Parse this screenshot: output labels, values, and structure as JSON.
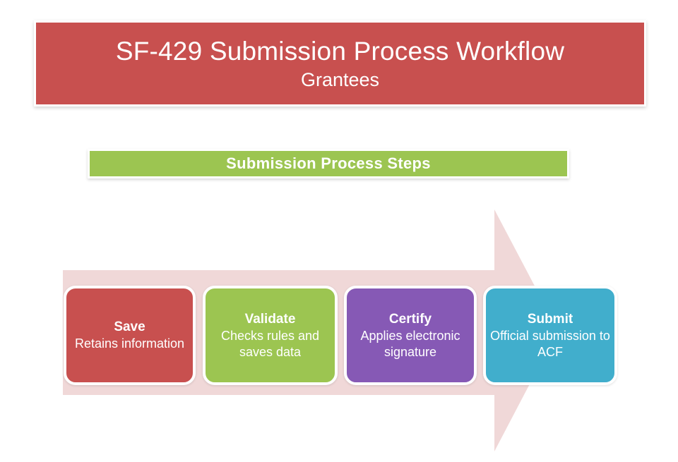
{
  "document": {
    "title": "SF-429 Submission Process Workflow",
    "subtitle": "Grantees"
  },
  "section": {
    "label": "Submission Process Steps"
  },
  "arrow": {
    "name": "process-flow-arrow",
    "direction": "right",
    "color": "#f0d8d8"
  },
  "colors": {
    "title_banner": "#c8504f",
    "section_bar": "#9cc551",
    "step_save": "#c8504f",
    "step_validate": "#9cc551",
    "step_certify": "#8659b5",
    "step_submit": "#41aecc",
    "text": "#ffffff",
    "page_background": "#ffffff"
  },
  "steps": [
    {
      "id": "save",
      "title": "Save",
      "description": "Retains information",
      "color": "#c8504f"
    },
    {
      "id": "validate",
      "title": "Validate",
      "description": "Checks rules and saves data",
      "color": "#9cc551"
    },
    {
      "id": "certify",
      "title": "Certify",
      "description": "Applies electronic signature",
      "color": "#8659b5"
    },
    {
      "id": "submit",
      "title": "Submit",
      "description": "Official submission to ACF",
      "color": "#41aecc"
    }
  ]
}
